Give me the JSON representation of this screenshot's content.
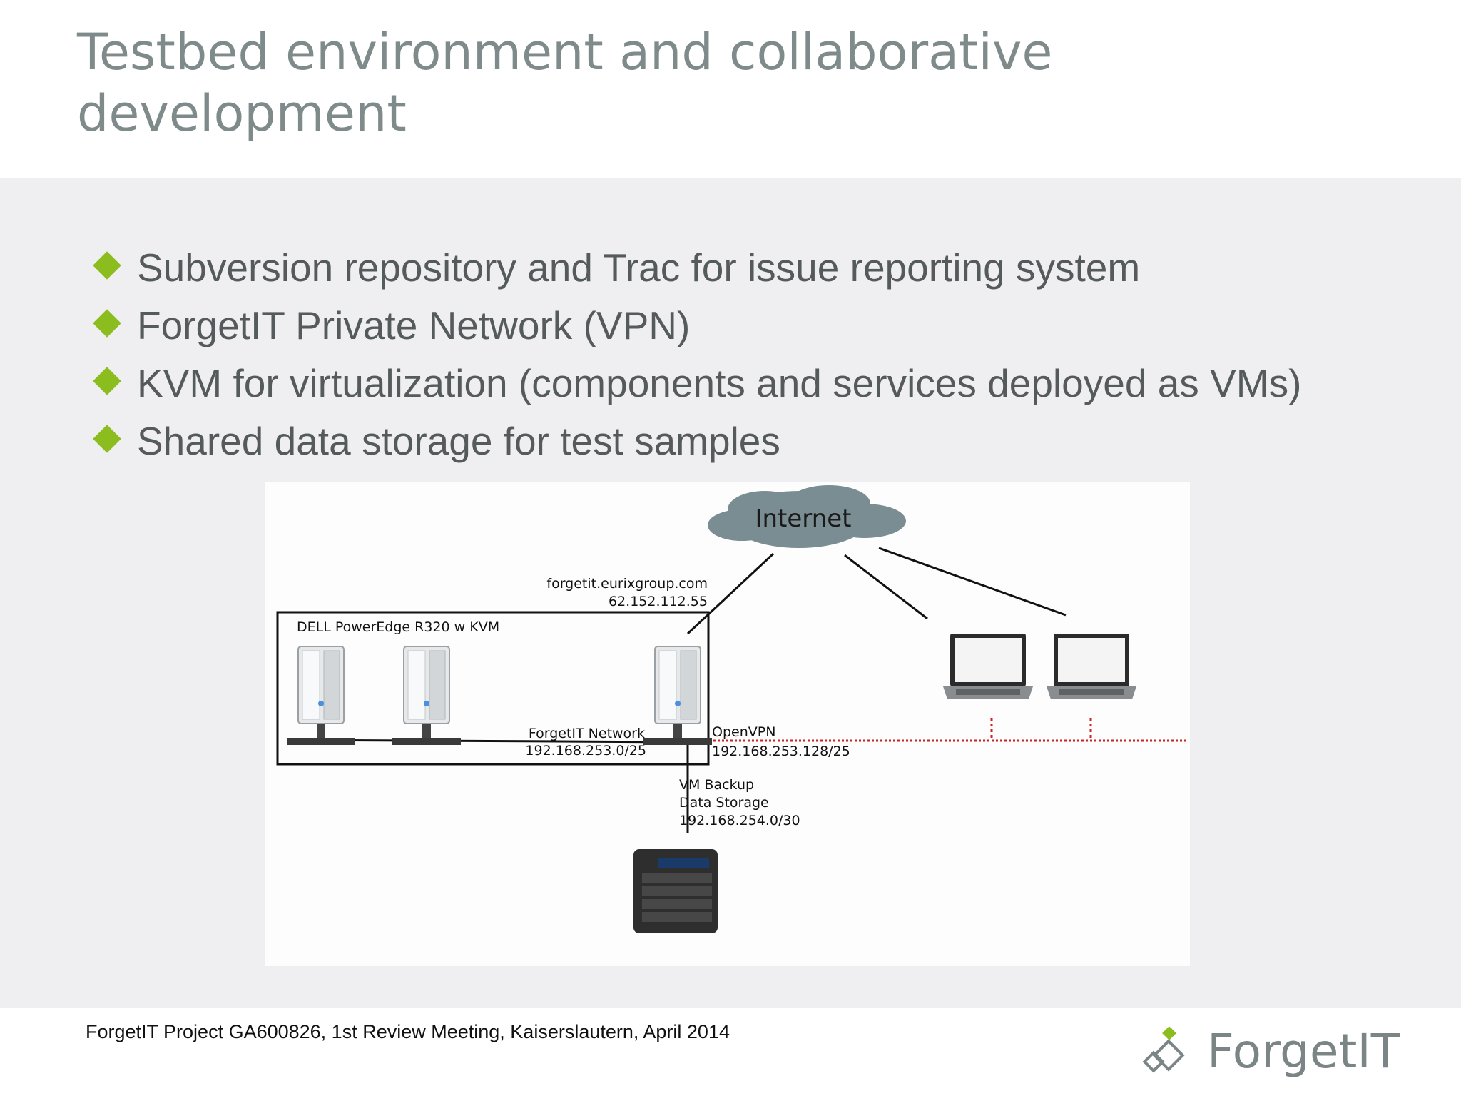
{
  "slide": {
    "title": "Testbed environment and collaborative development",
    "bullets": [
      "Subversion repository and Trac for issue reporting system",
      "ForgetIT Private Network (VPN)",
      "KVM for virtualization (components and services deployed as VMs)",
      "Shared data storage for test samples"
    ],
    "footer": "ForgetIT Project GA600826, 1st Review Meeting, Kaiserslautern, April 2014",
    "logo_text": "ForgetIT"
  },
  "diagram": {
    "internet_label": "Internet",
    "host_name": "forgetit.eurixgroup.com",
    "host_ip": "62.152.112.55",
    "server_box_label": "DELL PowerEdge R320 w KVM",
    "network_label": "ForgetIT Network",
    "network_subnet": "192.168.253.0/25",
    "vpn_label": "OpenVPN",
    "vpn_subnet": "192.168.253.128/25",
    "backup_line1": "VM Backup",
    "backup_line2": "Data Storage",
    "backup_subnet": "192.168.254.0/30"
  },
  "colors": {
    "accent_green": "#8cbd1f",
    "cloud_gray": "#7a8d92",
    "vpn_red": "#cc2222",
    "title_gray": "#7f8a8a"
  },
  "icons": [
    "cloud-icon",
    "server-tower-icon",
    "laptop-icon",
    "nas-storage-icon",
    "forgetit-logo-icon"
  ]
}
